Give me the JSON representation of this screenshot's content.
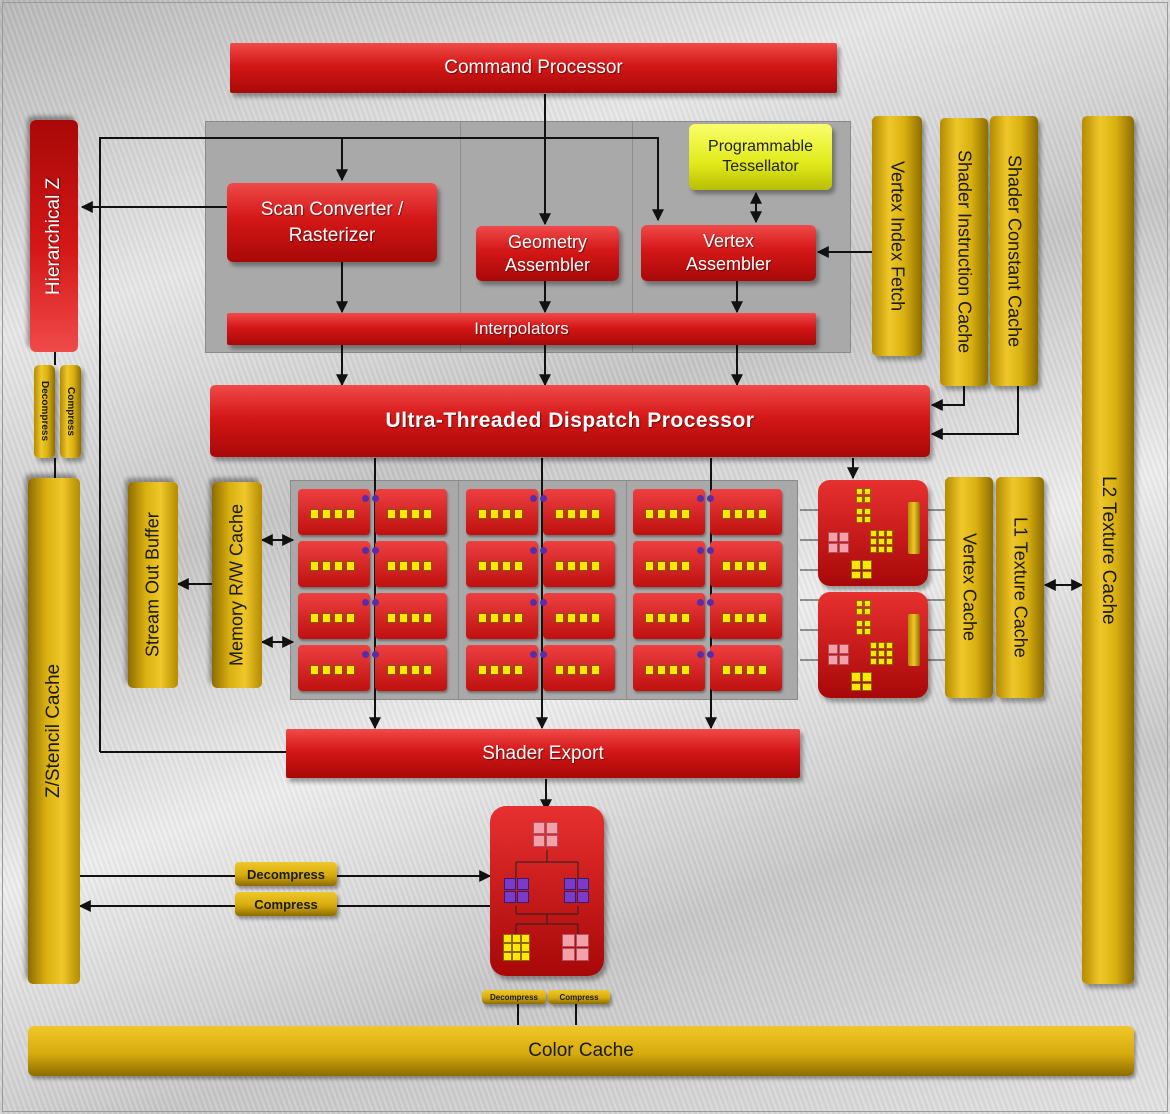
{
  "labels": {
    "command_processor": "Command Processor",
    "hierarchical_z": "Hierarchical Z",
    "scan_converter": "Scan Converter /\nRasterizer",
    "geometry_assembler": "Geometry\nAssembler",
    "vertex_assembler": "Vertex\nAssembler",
    "programmable_tessellator": "Programmable\nTessellator",
    "interpolators": "Interpolators",
    "vertex_index_fetch": "Vertex Index Fetch",
    "shader_instruction_cache": "Shader Instruction Cache",
    "shader_constant_cache": "Shader Constant Cache",
    "l2_texture_cache": "L2 Texture Cache",
    "dispatch_processor": "Ultra-Threaded Dispatch Processor",
    "stream_out_buffer": "Stream Out Buffer",
    "memory_rw_cache": "Memory R/W Cache",
    "vertex_cache": "Vertex Cache",
    "l1_texture_cache": "L1 Texture Cache",
    "z_stencil_cache": "Z/Stencil Cache",
    "shader_export": "Shader Export",
    "color_cache": "Color Cache",
    "decompress": "Decompress",
    "compress": "Compress"
  },
  "colors": {
    "red_block": "#d41717",
    "gold_block": "#e0b518",
    "tessellator": "#e2ea1a",
    "panel": "#a9a9a9",
    "wire": "#111111"
  }
}
